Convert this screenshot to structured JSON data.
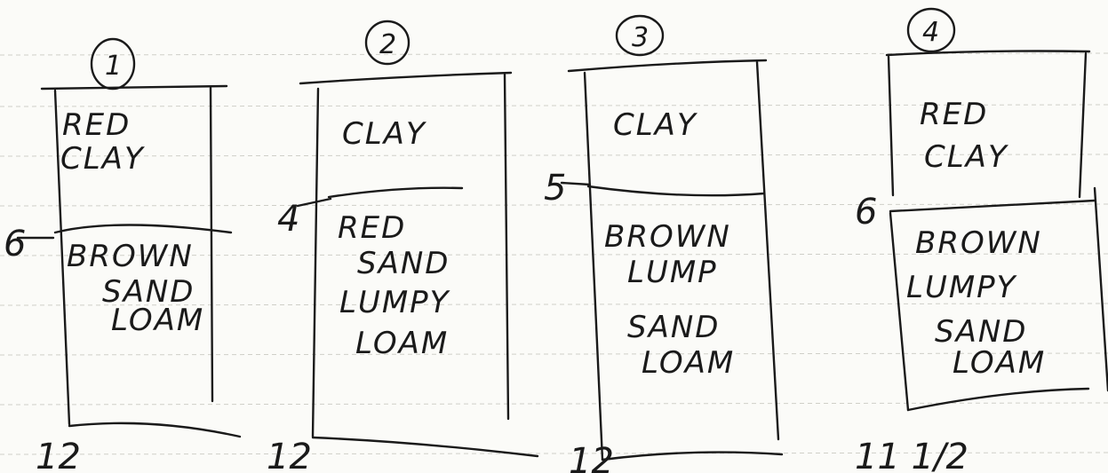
{
  "columns": [
    {
      "number": "1",
      "top_layer": [
        "RED",
        "CLAY"
      ],
      "boundary_depth": "6",
      "bottom_layer": [
        "BROWN",
        "SAND",
        "LOAM"
      ],
      "bottom_depth": "12"
    },
    {
      "number": "2",
      "top_layer": [
        "CLAY"
      ],
      "boundary_depth": "4",
      "bottom_layer": [
        "RED",
        "SAND",
        "LUMPY",
        "LOAM"
      ],
      "bottom_depth": "12"
    },
    {
      "number": "3",
      "top_layer": [
        "CLAY"
      ],
      "boundary_depth": "5",
      "bottom_layer": [
        "BROWN",
        "LUMP",
        "SAND",
        "LOAM"
      ],
      "bottom_depth": "12"
    },
    {
      "number": "4",
      "top_layer": [
        "RED",
        "CLAY"
      ],
      "boundary_depth": "6",
      "bottom_layer": [
        "BROWN",
        "LUMPY",
        "SAND",
        "LOAM"
      ],
      "bottom_depth": "11 1/2"
    }
  ]
}
